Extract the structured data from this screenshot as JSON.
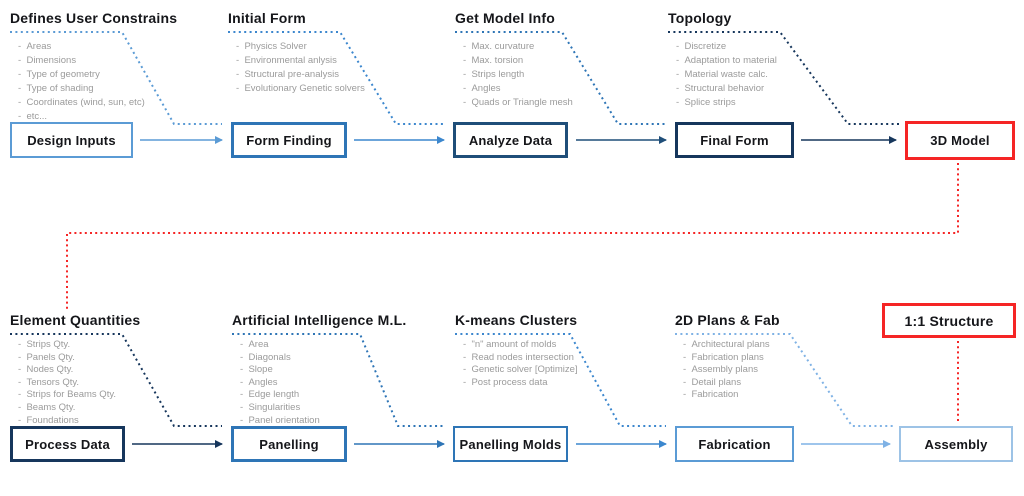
{
  "top_row": {
    "sections": [
      {
        "heading": "Defines User Constrains",
        "items": [
          "Areas",
          "Dimensions",
          "Type of geometry",
          "Type of shading",
          "Coordinates (wind, sun, etc)",
          "etc..."
        ],
        "box_label": "Design Inputs"
      },
      {
        "heading": "Initial Form",
        "items": [
          "Physics Solver",
          "Environmental anlysis",
          "Structural pre-analysis",
          "Evolutionary Genetic solvers"
        ],
        "box_label": "Form Finding"
      },
      {
        "heading": "Get Model Info",
        "items": [
          "Max. curvature",
          "Max. torsion",
          "Strips length",
          "Angles",
          "Quads or Triangle mesh"
        ],
        "box_label": "Analyze Data"
      },
      {
        "heading": "Topology",
        "items": [
          "Discretize",
          "Adaptation to material",
          "Material waste calc.",
          "Structural behavior",
          "Splice strips"
        ],
        "box_label": "Final Form"
      }
    ],
    "final_box_label": "3D Model"
  },
  "bottom_row": {
    "sections": [
      {
        "heading": "Element Quantities",
        "items": [
          "Strips Qty.",
          "Panels Qty.",
          "Nodes Qty.",
          "Tensors Qty.",
          "Strips for Beams Qty.",
          "Beams Qty.",
          "Foundations"
        ],
        "box_label": "Process Data"
      },
      {
        "heading": "Artificial Intelligence M.L.",
        "items": [
          "Area",
          "Diagonals",
          "Slope",
          "Angles",
          "Edge length",
          "Singularities",
          "Panel orientation"
        ],
        "box_label": "Panelling"
      },
      {
        "heading": "K-means Clusters",
        "items": [
          "\"n\" amount of molds",
          "Read nodes intersection",
          "Genetic solver [Optimize]",
          "Post process data"
        ],
        "box_label": "Panelling Molds"
      },
      {
        "heading": "2D Plans & Fab",
        "items": [
          "Architectural plans",
          "Fabrication plans",
          "Assembly plans",
          "Detail plans",
          "Fabrication"
        ],
        "box_label": "Fabrication"
      }
    ],
    "result_box_label": "1:1 Structure",
    "final_box_label": "Assembly"
  },
  "colors": {
    "accent_red": "#F52525",
    "blue_lighter": "#9DC3E6",
    "blue_light": "#5B9BD5",
    "blue_mid": "#2E75B6",
    "blue_dark": "#1F4E79",
    "navy": "#16365C",
    "list_text": "#9B9B9B"
  }
}
